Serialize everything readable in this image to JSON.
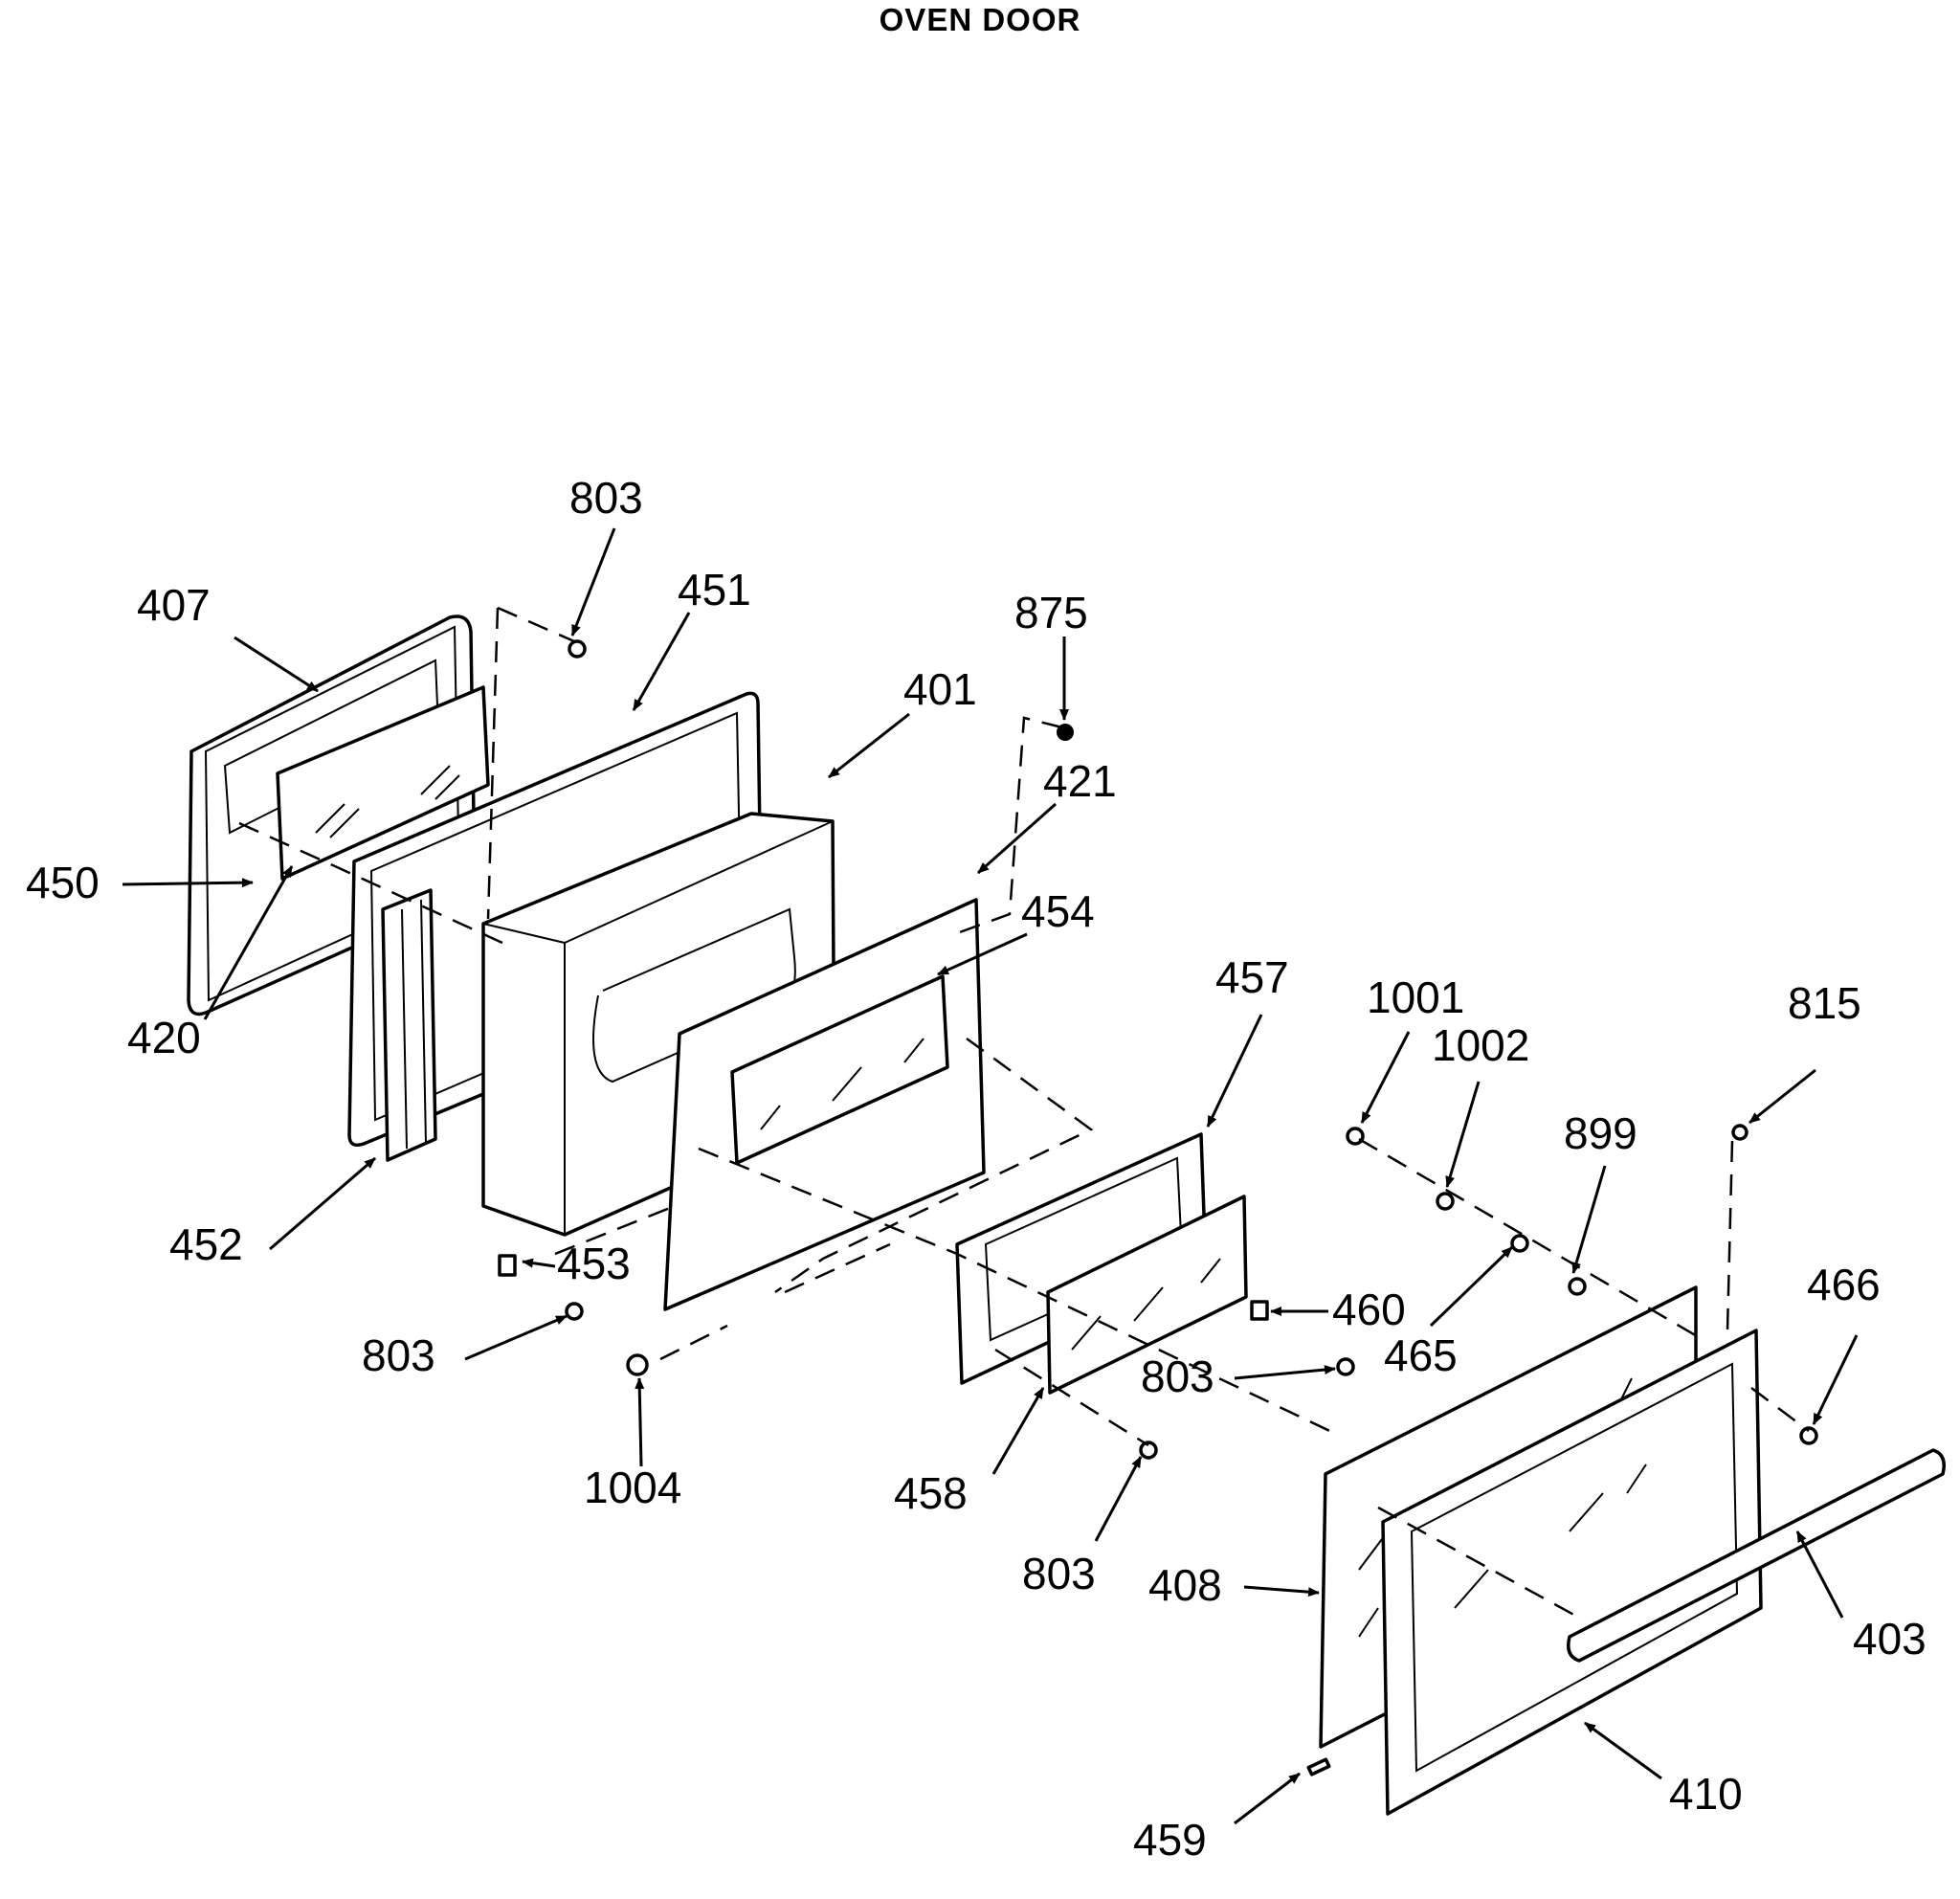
{
  "title": "OVEN DOOR",
  "part_numbers": [
    "803",
    "407",
    "451",
    "875",
    "401",
    "421",
    "450",
    "454",
    "420",
    "457",
    "1001",
    "815",
    "1002",
    "899",
    "452",
    "453",
    "460",
    "466",
    "803",
    "465",
    "803",
    "1004",
    "458",
    "803",
    "408",
    "403",
    "410",
    "459"
  ]
}
